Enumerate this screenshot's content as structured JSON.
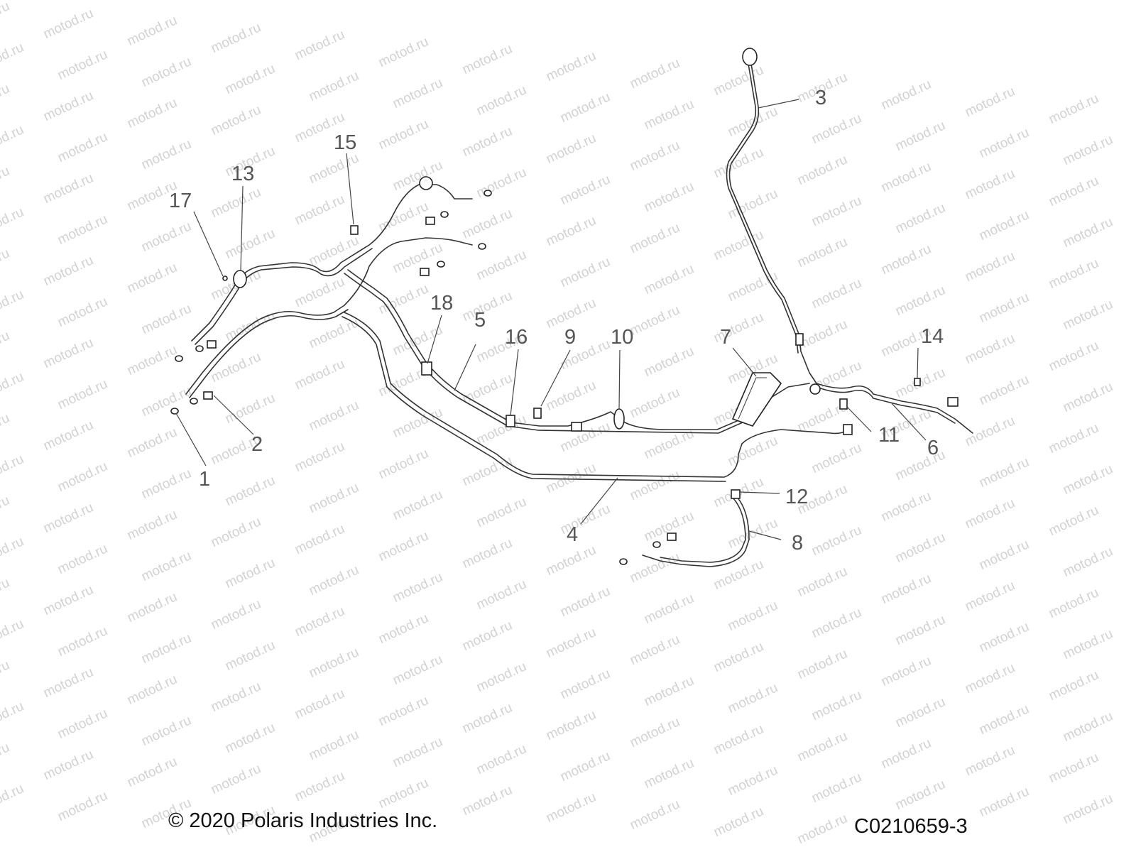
{
  "watermark": "motod.ru",
  "callouts": {
    "c1": "1",
    "c2": "2",
    "c3": "3",
    "c4": "4",
    "c5": "5",
    "c6": "6",
    "c7": "7",
    "c8": "8",
    "c9": "9",
    "c10": "10",
    "c11": "11",
    "c12": "12",
    "c13": "13",
    "c14": "14",
    "c15": "15",
    "c16": "16",
    "c17": "17",
    "c18": "18"
  },
  "footer": {
    "copyright": "© 2020 Polaris Industries Inc.",
    "drawing_code": "C0210659-3"
  }
}
